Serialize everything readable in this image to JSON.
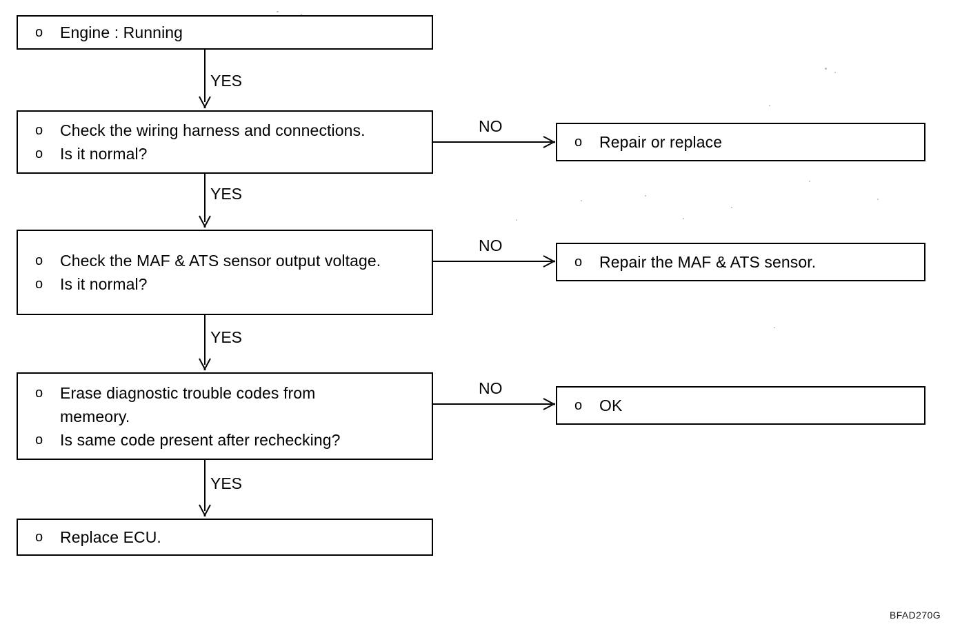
{
  "diagram": {
    "type": "flowchart",
    "title": "",
    "figure_reference": "BFAD270G",
    "bullet_glyph": "o",
    "nodes": [
      {
        "id": "n1",
        "column": "left",
        "lines": [
          "Engine : Running"
        ]
      },
      {
        "id": "n2",
        "column": "left",
        "lines": [
          "Check the wiring harness and connections.",
          "Is it normal?"
        ]
      },
      {
        "id": "n3",
        "column": "left",
        "lines": [
          "Check the MAF & ATS sensor output voltage.",
          "Is it normal?"
        ]
      },
      {
        "id": "n4",
        "column": "left",
        "lines": [
          "Erase diagnostic trouble codes from memeory.",
          "Is same code present after rechecking?"
        ]
      },
      {
        "id": "n5",
        "column": "left",
        "lines": [
          "Replace ECU."
        ]
      },
      {
        "id": "r1",
        "column": "right",
        "lines": [
          "Repair or replace"
        ]
      },
      {
        "id": "r2",
        "column": "right",
        "lines": [
          "Repair the MAF & ATS sensor."
        ]
      },
      {
        "id": "r3",
        "column": "right",
        "lines": [
          "OK"
        ]
      }
    ],
    "edges": [
      {
        "from": "n1",
        "to": "n2",
        "label": "YES",
        "direction": "down"
      },
      {
        "from": "n2",
        "to": "r1",
        "label": "NO",
        "direction": "right"
      },
      {
        "from": "n2",
        "to": "n3",
        "label": "YES",
        "direction": "down"
      },
      {
        "from": "n3",
        "to": "r2",
        "label": "NO",
        "direction": "right"
      },
      {
        "from": "n3",
        "to": "n4",
        "label": "YES",
        "direction": "down"
      },
      {
        "from": "n4",
        "to": "r3",
        "label": "NO",
        "direction": "right"
      },
      {
        "from": "n4",
        "to": "n5",
        "label": "YES",
        "direction": "down"
      }
    ],
    "colors": {
      "stroke": "#000000",
      "fill": "#ffffff",
      "text": "#000000"
    }
  }
}
